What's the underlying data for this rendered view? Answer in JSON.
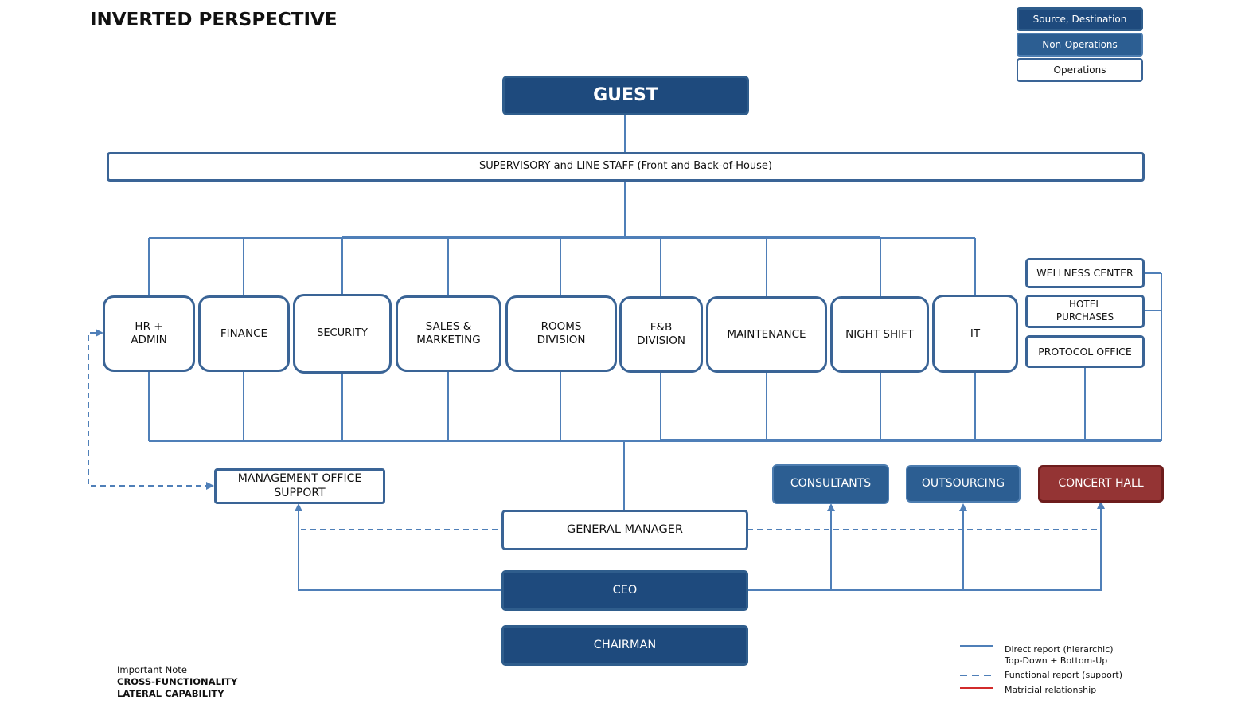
{
  "title": "INVERTED PERSPECTIVE",
  "legend_top": {
    "source": "Source, Destination",
    "nonops": "Non-Operations",
    "ops": "Operations"
  },
  "nodes": {
    "guest": "GUEST",
    "staff": "SUPERVISORY and LINE STAFF (Front and Back-of-House)",
    "hr_admin": "HR +\nADMIN",
    "finance": "FINANCE",
    "security": "SECURITY",
    "sales": "SALES &\nMARKETING",
    "rooms": "ROOMS\nDIVISION",
    "fnb": "F&B\nDIVISION",
    "maintenance": "MAINTENANCE",
    "night_shift": "NIGHT SHIFT",
    "it": "IT",
    "wellness": "WELLNESS CENTER",
    "purchases": "HOTEL\nPURCHASES",
    "protocol": "PROTOCOL OFFICE",
    "mgmt_office": "MANAGEMENT OFFICE\nSUPPORT",
    "consultants": "CONSULTANTS",
    "outsourcing": "OUTSOURCING",
    "concert_hall": "CONCERT HALL",
    "gm": "GENERAL MANAGER",
    "ceo": "CEO",
    "chairman": "CHAIRMAN"
  },
  "note": {
    "heading": "Important Note",
    "line1": "CROSS-FUNCTIONALITY",
    "line2": "LATERAL CAPABILITY"
  },
  "legend_bottom": {
    "direct": "Direct report (hierarchic)",
    "direct2": "Top-Down + Bottom-Up",
    "functional": "Functional report (support)",
    "matricial": "Matricial relationship"
  },
  "colors": {
    "dark": "#1e4a7d",
    "line": "#4f7fb8",
    "red": "#943434"
  }
}
